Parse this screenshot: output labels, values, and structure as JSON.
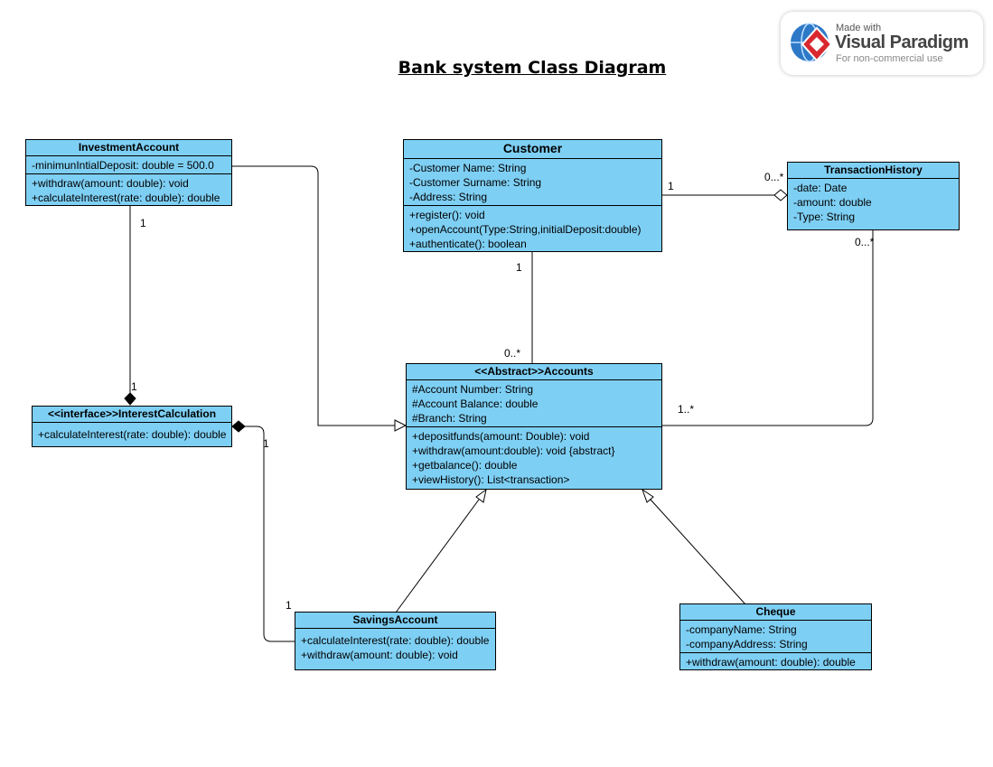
{
  "title": "Bank system Class Diagram",
  "watermark": {
    "made_with": "Made with",
    "brand": "Visual Paradigm",
    "note": "For non-commercial use",
    "icon": "visual-paradigm-logo-icon"
  },
  "colors": {
    "class_fill": "#7ecff4",
    "line": "#000000"
  },
  "classes": {
    "investment": {
      "name": "InvestmentAccount",
      "attributes": [
        "-minimunIntialDeposit: double = 500.0"
      ],
      "methods": [
        "+withdraw(amount: double): void",
        "+calculateInterest(rate: double): double"
      ]
    },
    "customer": {
      "name": "Customer",
      "attributes": [
        "-Customer Name: String",
        "-Customer Surname: String",
        "-Address: String"
      ],
      "methods": [
        "+register(): void",
        "+openAccount(Type:String,initialDeposit:double)",
        "+authenticate(): boolean"
      ]
    },
    "transaction": {
      "name": "TransactionHistory",
      "attributes": [
        "-date: Date",
        "-amount: double",
        "-Type: String"
      ],
      "methods": []
    },
    "interest": {
      "name": "<<interface>>InterestCalculation",
      "attributes": [],
      "methods": [
        "+calculateInterest(rate: double): double"
      ]
    },
    "accounts": {
      "name": "<<Abstract>>Accounts",
      "attributes": [
        "#Account Number: String",
        "#Account Balance: double",
        "#Branch: String"
      ],
      "methods": [
        "+depositfunds(amount: Double): void",
        "+withdraw(amount:double): void {abstract}",
        "+getbalance(): double",
        "+viewHistory(): List<transaction>"
      ]
    },
    "savings": {
      "name": "SavingsAccount",
      "attributes": [],
      "methods": [
        "+calculateInterest(rate: double): double",
        "+withdraw(amount: double): void"
      ]
    },
    "cheque": {
      "name": "Cheque",
      "attributes": [
        "-companyName: String",
        "-companyAddress: String"
      ],
      "methods": [
        "+withdraw(amount: double): double"
      ]
    }
  },
  "multiplicities": {
    "customer_transaction_customer_end": "1",
    "customer_transaction_transaction_end": "0...*",
    "transaction_accounts_transaction_end": "0...*",
    "transaction_accounts_accounts_end": "1..*",
    "customer_accounts_customer_end": "1",
    "customer_accounts_accounts_end": "0..*",
    "investment_interest_investment_end": "1",
    "investment_interest_interest_end": "1",
    "interest_savings_interest_end": "1",
    "interest_savings_savings_end": "1"
  }
}
